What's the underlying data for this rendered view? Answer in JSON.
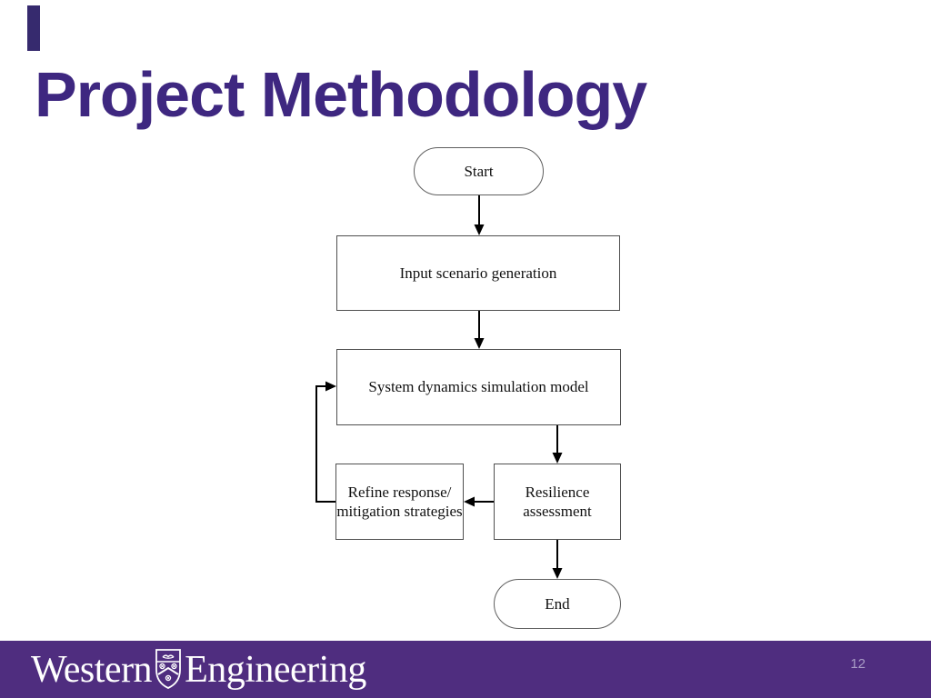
{
  "slide": {
    "title": "Project Methodology",
    "page_number": "12"
  },
  "footer": {
    "brand_left": "Western",
    "brand_right": "Engineering",
    "bar_color": "#4f2d7f"
  },
  "colors": {
    "title_purple": "#3e2780",
    "footer_purple": "#4f2d7f",
    "page_number": "#a99cc6",
    "box_border": "#4f4f4f",
    "arrow": "#000000"
  },
  "diagram": {
    "type": "flowchart",
    "nodes": {
      "start": {
        "shape": "stadium",
        "label": "Start"
      },
      "input_scenario": {
        "shape": "rect",
        "label": "Input scenario generation"
      },
      "system_dynamics": {
        "shape": "rect",
        "label": "System dynamics simulation model"
      },
      "refine": {
        "shape": "rect",
        "label": "Refine response/ mitigation strategies",
        "line1": "Refine response/",
        "line2": "mitigation strategies"
      },
      "resilience": {
        "shape": "rect",
        "label": "Resilience assessment",
        "line1": "Resilience",
        "line2": "assessment"
      },
      "end": {
        "shape": "stadium",
        "label": "End"
      }
    },
    "edges": [
      {
        "from": "start",
        "to": "input_scenario",
        "direction": "down"
      },
      {
        "from": "input_scenario",
        "to": "system_dynamics",
        "direction": "down"
      },
      {
        "from": "system_dynamics",
        "to": "resilience",
        "direction": "down"
      },
      {
        "from": "resilience",
        "to": "refine",
        "direction": "left"
      },
      {
        "from": "refine",
        "to": "system_dynamics",
        "direction": "up",
        "type": "feedback-loop"
      },
      {
        "from": "resilience",
        "to": "end",
        "direction": "down"
      }
    ]
  }
}
